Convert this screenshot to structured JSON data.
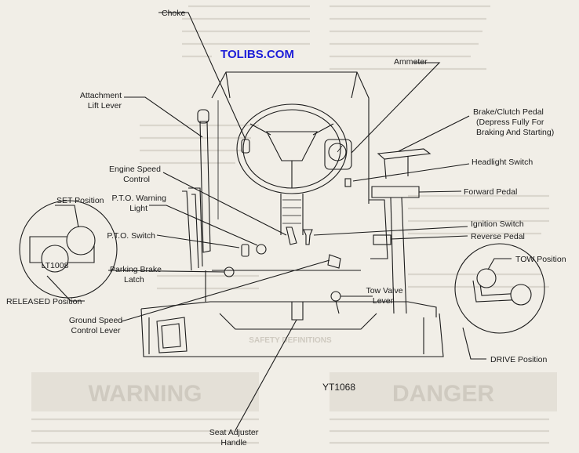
{
  "watermark": "TOLIBS.COM",
  "figure_code": "YT1068",
  "inset_left_code": "LT1008",
  "labels": {
    "choke": "Choke",
    "ammeter": "Ammeter",
    "attachment_1": "Attachment",
    "attachment_2": "Lift Lever",
    "brake_1": "Brake/Clutch Pedal",
    "brake_2": "(Depress Fully For",
    "brake_3": "Braking And Starting)",
    "headlight": "Headlight Switch",
    "engine_speed_1": "Engine Speed",
    "engine_speed_2": "Control",
    "forward": "Forward Pedal",
    "set": "SET Position",
    "pto_warning_1": "P.T.O. Warning",
    "pto_warning_2": "Light",
    "ignition": "Ignition Switch",
    "pto_switch": "P.T.O. Switch",
    "reverse": "Reverse Pedal",
    "tow_position": "TOW Position",
    "parking_1": "Parking Brake",
    "parking_2": "Latch",
    "released": "RELEASED Position",
    "tow_valve_1": "Tow Valve",
    "tow_valve_2": "Lever",
    "ground_1": "Ground Speed",
    "ground_2": "Control Lever",
    "drive": "DRIVE Position",
    "seat_1": "Seat Adjuster",
    "seat_2": "Handle"
  },
  "background": {
    "heading": "SAFETY DEFINITIONS",
    "warn_left": "WARNING",
    "warn_right": "DANGER"
  }
}
